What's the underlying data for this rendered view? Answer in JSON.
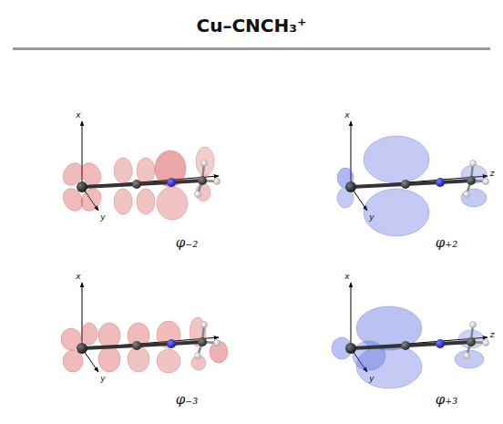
{
  "diagram": {
    "title": "Cu–CNCH₃⁺",
    "labels": [
      "x",
      "y",
      "x",
      "y",
      "z",
      "φ₋₂",
      "φ₊₂",
      "x",
      "y",
      "x",
      "y",
      "z",
      "φ₋₃",
      "φ₊₃"
    ]
  }
}
